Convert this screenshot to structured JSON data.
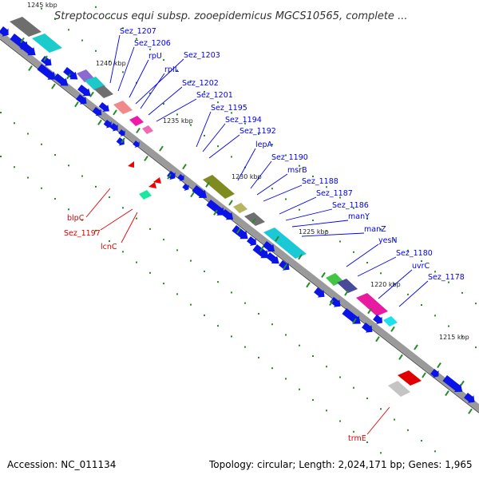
{
  "title": "Streptococcus equi subsp. zooepidemicus MGCS10565, complete ...",
  "footer": {
    "accession": "Accession: NC_011134",
    "summary": "Topology: circular; Length: 2,024,171 bp; Genes: 1,965"
  },
  "colors": {
    "forward_label": "#0000ee",
    "reverse_label": "#dd0000",
    "cds": "#0a14e6",
    "backbone": "#8a8a8a",
    "tick": "#2a8a2a"
  },
  "kbp_ticks": [
    "1245 kbp",
    "1240 kbp",
    "1235 kbp",
    "1230 kbp",
    "1225 kbp",
    "1220 kbp",
    "1215 kbp"
  ],
  "forward_labels": [
    "Sez_1207",
    "Sez_1206",
    "rpU",
    "Sez_1203",
    "rpIL",
    "Sez_1202",
    "Sez_1201",
    "Sez_1195",
    "Sez_1194",
    "Sez_1192",
    "lepA",
    "Sez_1190",
    "msrB",
    "Sez_1188",
    "Sez_1187",
    "Sez_1186",
    "manY",
    "manZ",
    "yesN",
    "Sez_1180",
    "uvrC",
    "Sez_1178"
  ],
  "reverse_labels": [
    "blpC",
    "Sez_1197",
    "lcnC",
    "trmE"
  ]
}
